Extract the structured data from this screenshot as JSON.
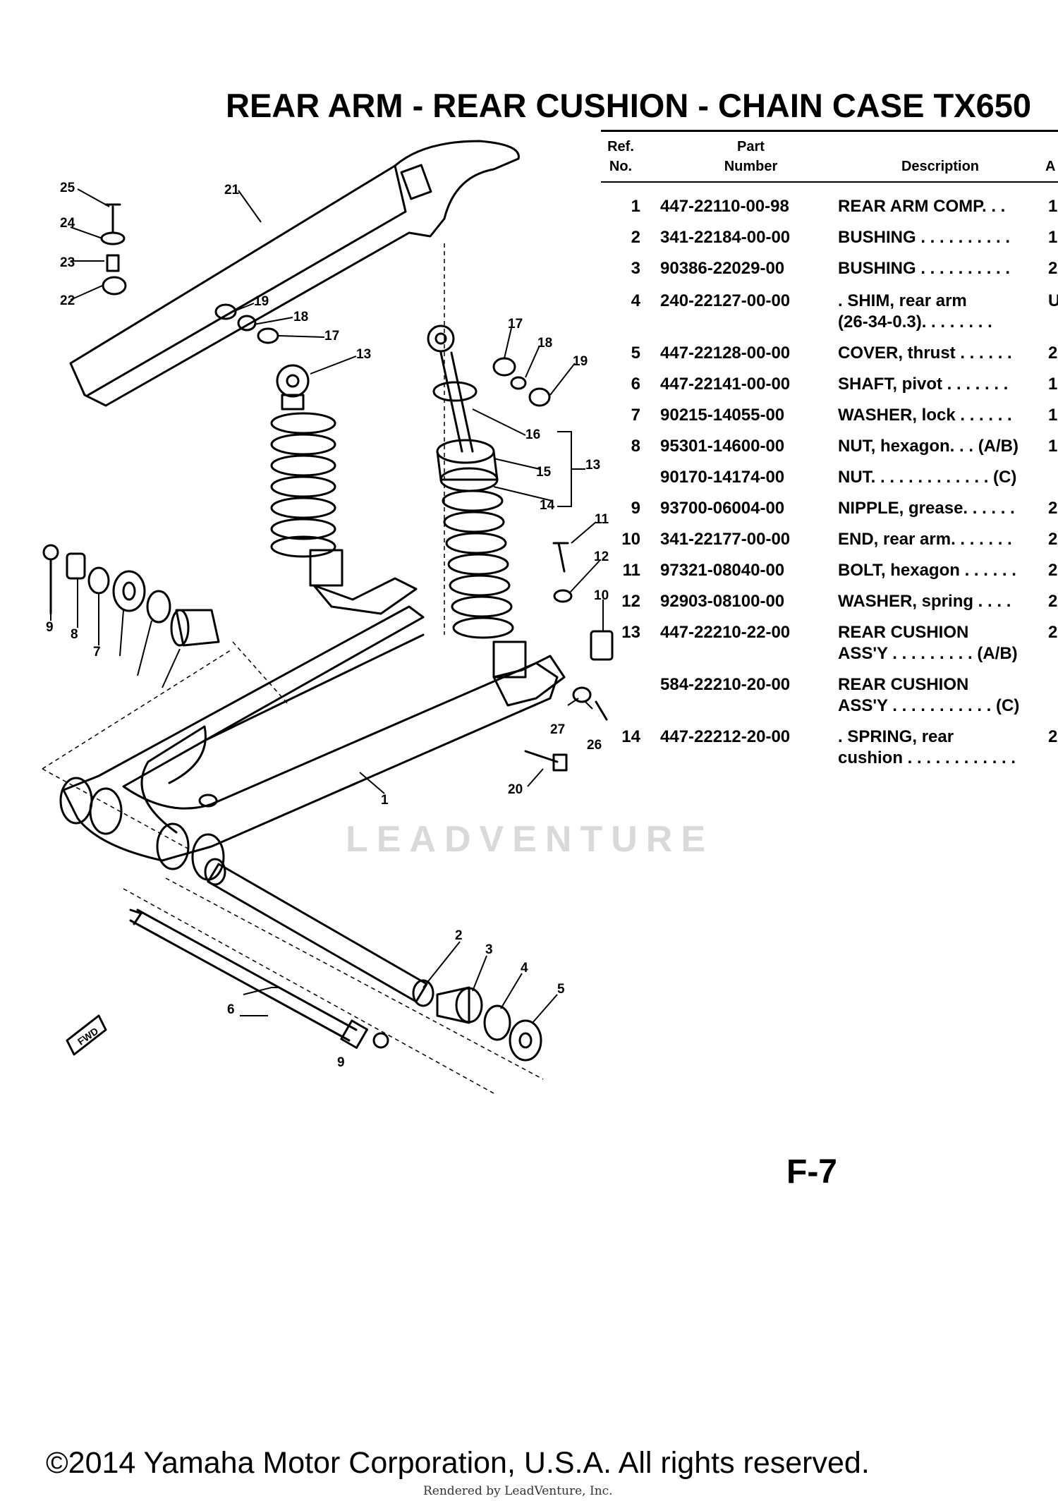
{
  "title": "REAR ARM - REAR CUSHION - CHAIN CASE  TX650",
  "table": {
    "headers": {
      "ref_line1": "Ref.",
      "ref_line2": "No.",
      "part_line1": "Part",
      "part_line2": "Number",
      "description": "Description",
      "qty_partial": "A"
    },
    "rows": [
      {
        "ref": "1",
        "part": "447-22110-00-98",
        "desc1": "REAR ARM COMP. . .",
        "desc2": "",
        "qty": "1"
      },
      {
        "ref": "2",
        "part": "341-22184-00-00",
        "desc1": "BUSHING . . . . . . . . . .",
        "desc2": "",
        "qty": "1"
      },
      {
        "ref": "3",
        "part": "90386-22029-00",
        "desc1": "BUSHING . . . . . . . . . .",
        "desc2": "",
        "qty": "2"
      },
      {
        "ref": "4",
        "part": "240-22127-00-00",
        "desc1": ". SHIM, rear arm",
        "desc2": "(26-34-0.3). . . . . . . .",
        "qty": "U"
      },
      {
        "ref": "5",
        "part": "447-22128-00-00",
        "desc1": "COVER, thrust . . . . . .",
        "desc2": "",
        "qty": "2"
      },
      {
        "ref": "6",
        "part": "447-22141-00-00",
        "desc1": "SHAFT, pivot . . . . . . .",
        "desc2": "",
        "qty": "1"
      },
      {
        "ref": "7",
        "part": "90215-14055-00",
        "desc1": "WASHER, lock . . . . . .",
        "desc2": "",
        "qty": "1"
      },
      {
        "ref": "8",
        "part": "95301-14600-00",
        "desc1": "NUT, hexagon. . . (A/B)",
        "desc2": "",
        "qty": "1"
      },
      {
        "ref": "",
        "part": "90170-14174-00",
        "desc1": "NUT. . . . . . . . . . . . . (C)",
        "desc2": "",
        "qty": ""
      },
      {
        "ref": "9",
        "part": "93700-06004-00",
        "desc1": "NIPPLE, grease. . . . . .",
        "desc2": "",
        "qty": "2"
      },
      {
        "ref": "10",
        "part": "341-22177-00-00",
        "desc1": "END, rear arm. . . . . . .",
        "desc2": "",
        "qty": "2"
      },
      {
        "ref": "11",
        "part": "97321-08040-00",
        "desc1": "BOLT, hexagon . . . . . .",
        "desc2": "",
        "qty": "2"
      },
      {
        "ref": "12",
        "part": "92903-08100-00",
        "desc1": "WASHER, spring . . . .",
        "desc2": "",
        "qty": "2"
      },
      {
        "ref": "13",
        "part": "447-22210-22-00",
        "desc1": "REAR CUSHION",
        "desc2": "ASS'Y . . . . . . . . . (A/B)",
        "qty": "2"
      },
      {
        "ref": "",
        "part": "584-22210-20-00",
        "desc1": "REAR CUSHION",
        "desc2": "ASS'Y . . . . . . . . . . . (C)",
        "qty": ""
      },
      {
        "ref": "14",
        "part": "447-22212-20-00",
        "desc1": ". SPRING, rear",
        "desc2": "cushion . . . . . . . . . . . .",
        "qty": "2"
      }
    ]
  },
  "callouts": {
    "c1": "1",
    "c2": "2",
    "c3": "3",
    "c4": "4",
    "c5": "5",
    "c6": "6",
    "c7": "7",
    "c8": "8",
    "c9": "9",
    "c10": "10",
    "c11": "11",
    "c12": "12",
    "c13": "13",
    "c14": "14",
    "c15": "15",
    "c16": "16",
    "c17": "17",
    "c18": "18",
    "c19": "19",
    "c20": "20",
    "c21": "21",
    "c22": "22",
    "c23": "23",
    "c24": "24",
    "c25": "25",
    "c26": "26",
    "c27": "27",
    "fwd": "FWD"
  },
  "page_id": "F-7",
  "copyright": "©2014 Yamaha Motor Corporation, U.S.A. All rights reserved.",
  "rendered_by": "Rendered by LeadVenture, Inc.",
  "watermark": "LEADVENTURE"
}
